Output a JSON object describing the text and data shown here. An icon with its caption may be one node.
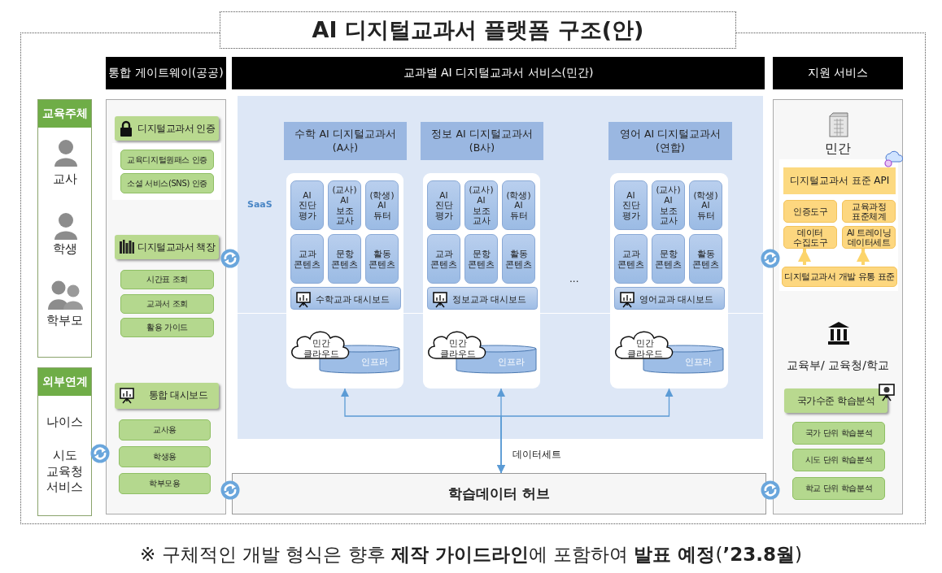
{
  "diagram": {
    "title": "AI 디지털교과서 플랫폼 구조(안)",
    "caption": "※ 구체적인 개발 형식은 향후 **제작 가이드라인**에 포함하여 **발표 예정**(**’23.8월**)",
    "nodes": [
      {
        "text": [
          "통합 게이트웨이(공공)"
        ]
      },
      {
        "text": [
          "교과별 AI 디지털교과서 서비스(민간)"
        ]
      },
      {
        "text": [
          "지원 서비스"
        ]
      },
      {
        "text": [
          "교육주체",
          "교사",
          "학생",
          "학부모"
        ]
      },
      {
        "text": [
          "외부연계",
          "나이스",
          "시도 교육청 서비스"
        ]
      },
      {
        "text": [],
        "shape": "box"
      },
      {
        "text": [
          "디지털교과서 인증"
        ],
        "in": 5
      },
      {
        "text": [
          "교육디지털원패스 인증"
        ],
        "in": 5
      },
      {
        "text": [
          "소셜 서비스(SNS) 인증"
        ],
        "in": 5
      },
      {
        "text": [
          "디지털교과서 책장"
        ],
        "in": 5
      },
      {
        "text": [
          "시간표 조회"
        ],
        "in": 5
      },
      {
        "text": [
          "교과서 조회"
        ],
        "in": 5
      },
      {
        "text": [
          "활용 가이드"
        ],
        "in": 5
      },
      {
        "text": [
          "통합 대시보드"
        ],
        "in": 5
      },
      {
        "text": [
          "교사용"
        ],
        "in": 5
      },
      {
        "text": [
          "학생용"
        ],
        "in": 5
      },
      {
        "text": [
          "학부모용"
        ],
        "in": 5
      },
      {
        "text": [
          "SaaS"
        ]
      },
      {
        "text": [
          "수학 AI 디지털교과서 (A사)"
        ],
        "in": 17
      },
      {
        "text": [],
        "shape": "box",
        "in": 17
      },
      {
        "text": [
          "AI 진단 평가"
        ],
        "in": 19
      },
      {
        "text": [
          "(교사) AI 보조 교사"
        ],
        "in": 19
      },
      {
        "text": [
          "(학생) AI 튜터"
        ],
        "in": 19
      },
      {
        "text": [
          "교과 콘텐츠"
        ],
        "in": 19
      },
      {
        "text": [
          "문항 콘텐츠"
        ],
        "in": 19
      },
      {
        "text": [
          "활동 콘텐츠"
        ],
        "in": 19
      },
      {
        "text": [
          "수학교과 대시보드"
        ],
        "in": 19
      },
      {
        "text": [
          "민간 클라우드"
        ],
        "in": 19
      },
      {
        "text": [
          "인프라"
        ],
        "in": 19
      },
      {
        "text": [
          "정보 AI 디지털교과서 (B사)"
        ],
        "in": 17
      },
      {
        "text": [],
        "shape": "box",
        "in": 17
      },
      {
        "text": [
          "AI 진단 평가"
        ],
        "in": 30
      },
      {
        "text": [
          "(교사) AI 보조 교사"
        ],
        "in": 30
      },
      {
        "text": [
          "(학생) AI 튜터"
        ],
        "in": 30
      },
      {
        "text": [
          "교과 콘텐츠"
        ],
        "in": 30
      },
      {
        "text": [
          "문항 콘텐츠"
        ],
        "in": 30
      },
      {
        "text": [
          "활동 콘텐츠"
        ],
        "in": 30
      },
      {
        "text": [
          "정보교과 대시보드"
        ],
        "in": 30
      },
      {
        "text": [
          "민간 클라우드"
        ],
        "in": 30
      },
      {
        "text": [
          "인프라"
        ],
        "in": 30
      },
      {
        "text": [
          "영어 AI 디지털교과서 (연합)"
        ],
        "in": 17
      },
      {
        "text": [],
        "shape": "box",
        "in": 17
      },
      {
        "text": [
          "AI 진단 평가"
        ],
        "in": 41
      },
      {
        "text": [
          "(교사) AI 보조 교사"
        ],
        "in": 41
      },
      {
        "text": [
          "(학생) AI 튜터"
        ],
        "in": 41
      },
      {
        "text": [
          "교과 콘텐츠"
        ],
        "in": 41
      },
      {
        "text": [
          "문항 콘텐츠"
        ],
        "in": 41
      },
      {
        "text": [
          "활동 콘텐츠"
        ],
        "in": 41
      },
      {
        "text": [
          "영어교과 대시보드"
        ],
        "in": 41
      },
      {
        "text": [
          "민간 클라우드"
        ],
        "in": 41
      },
      {
        "text": [
          "인프라"
        ],
        "in": 41
      },
      {
        "text": [
          "학습데이터 허브"
        ]
      },
      {
        "text": [
          "민간",
          "교육부/ 교육청/학교"
        ]
      },
      {
        "text": [
          "디지털교과서 표준 API"
        ],
        "in": 52
      },
      {
        "text": [
          "인증도구"
        ],
        "in": 52
      },
      {
        "text": [
          "교육과정 표준체계"
        ],
        "in": 52
      },
      {
        "text": [
          "데이터 수집도구"
        ],
        "in": 52
      },
      {
        "text": [
          "AI 트레이닝 데이터세트"
        ],
        "in": 52
      },
      {
        "text": [
          "디지털교과서 개발 유통 표준"
        ],
        "in": 52
      },
      {
        "text": [
          "국가수준 학습분석"
        ],
        "in": 52
      },
      {
        "text": [
          "국가 단위 학습분석"
        ],
        "in": 52
      },
      {
        "text": [
          "시도 단위 학습분석"
        ],
        "in": 52
      },
      {
        "text": [
          "학교 단위 학습분석"
        ],
        "in": 52
      }
    ],
    "edges": [
      {
        "from": 51,
        "to": 19,
        "arrow": "both"
      },
      {
        "from": 51,
        "to": 30,
        "arrow": "both",
        "label": "데이터세트"
      },
      {
        "from": 51,
        "to": 41,
        "arrow": "both"
      },
      {
        "from": 58,
        "to": 56,
        "arrow": "to",
        "style": "thick",
        "color": "#fcd46a"
      },
      {
        "from": 58,
        "to": 57,
        "arrow": "to",
        "style": "thick",
        "color": "#fcd46a"
      }
    ],
    "labels": [
      "..."
    ]
  }
}
